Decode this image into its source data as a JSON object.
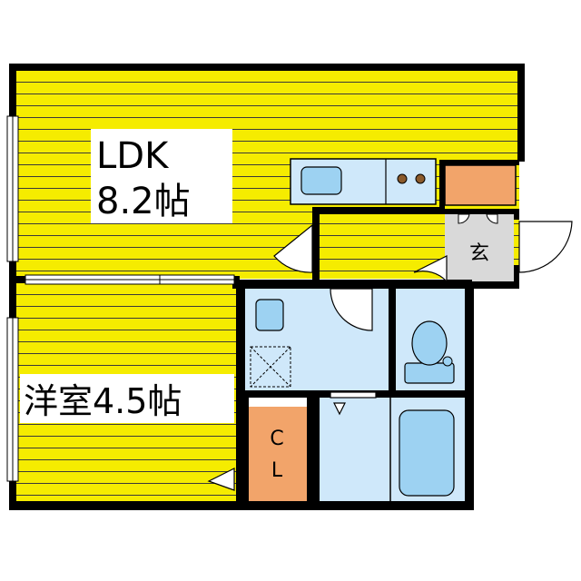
{
  "rooms": {
    "ldk": {
      "name": "LDK",
      "size": "8.2帖"
    },
    "western": {
      "label": "洋室4.5帖"
    },
    "closet": {
      "line1": "C",
      "line2": "L"
    },
    "entrance": {
      "label": "玄"
    }
  },
  "colors": {
    "floor": "#f5ec00",
    "floor_stripe": "#3a3a3a",
    "wet_area": "#cfe8fa",
    "fixture": "#9dd2f2",
    "closet": "#f2a46a",
    "entrance": "#d9d9d9",
    "wall": "#000000"
  }
}
